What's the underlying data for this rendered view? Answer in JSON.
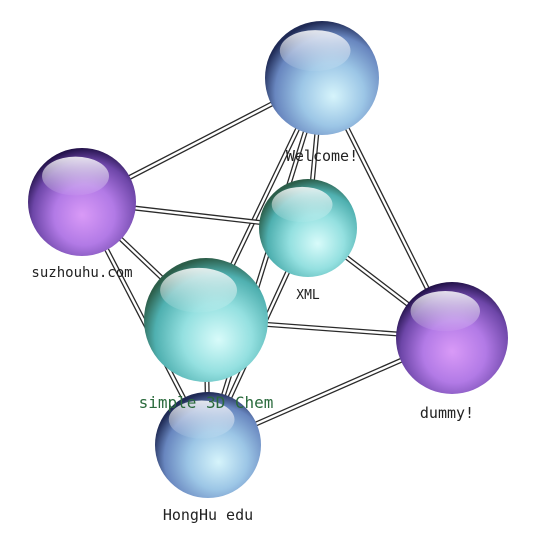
{
  "diagram": {
    "nodes": [
      {
        "id": "welcome",
        "label": "Welcome!",
        "color": "blue-steel"
      },
      {
        "id": "suzhouhu",
        "label": "suzhouhu.com",
        "color": "purple"
      },
      {
        "id": "xml",
        "label": "XML",
        "color": "cyan"
      },
      {
        "id": "simple3d",
        "label": "simple 3D Chem",
        "color": "cyan"
      },
      {
        "id": "dummy",
        "label": "dummy!",
        "color": "purple"
      },
      {
        "id": "honghu",
        "label": "HongHu edu",
        "color": "blue-steel"
      }
    ],
    "edges": [
      [
        "welcome",
        "suzhouhu"
      ],
      [
        "welcome",
        "xml"
      ],
      [
        "welcome",
        "simple3d"
      ],
      [
        "welcome",
        "dummy"
      ],
      [
        "welcome",
        "honghu"
      ],
      [
        "suzhouhu",
        "xml"
      ],
      [
        "suzhouhu",
        "simple3d"
      ],
      [
        "suzhouhu",
        "honghu"
      ],
      [
        "xml",
        "dummy"
      ],
      [
        "xml",
        "honghu"
      ],
      [
        "simple3d",
        "dummy"
      ],
      [
        "simple3d",
        "honghu"
      ],
      [
        "dummy",
        "honghu"
      ]
    ]
  }
}
